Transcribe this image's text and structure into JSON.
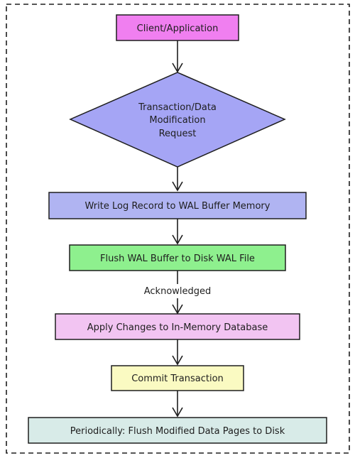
{
  "flowchart": {
    "nodes": [
      {
        "id": "client",
        "label": "Client/Application",
        "shape": "rect",
        "fill": "#f07ff0"
      },
      {
        "id": "request",
        "label_lines": [
          "Transaction/Data",
          "Modification",
          "Request"
        ],
        "shape": "diamond",
        "fill": "#a5a5f5"
      },
      {
        "id": "write_log",
        "label": "Write Log Record to WAL Buffer Memory",
        "shape": "rect",
        "fill": "#b0b4f2"
      },
      {
        "id": "flush_wal",
        "label": "Flush WAL Buffer to Disk WAL File",
        "shape": "rect",
        "fill": "#8ef08e"
      },
      {
        "id": "apply",
        "label": "Apply Changes to In-Memory Database",
        "shape": "rect",
        "fill": "#f2c4f2"
      },
      {
        "id": "commit",
        "label": "Commit Transaction",
        "shape": "rect",
        "fill": "#fafac2"
      },
      {
        "id": "periodic",
        "label": "Periodically: Flush Modified Data Pages to Disk",
        "shape": "rect",
        "fill": "#d8ebe8"
      }
    ],
    "edges": [
      {
        "from": "client",
        "to": "request",
        "label": ""
      },
      {
        "from": "request",
        "to": "write_log",
        "label": ""
      },
      {
        "from": "write_log",
        "to": "flush_wal",
        "label": ""
      },
      {
        "from": "flush_wal",
        "to": "apply",
        "label": "Acknowledged"
      },
      {
        "from": "apply",
        "to": "commit",
        "label": ""
      },
      {
        "from": "commit",
        "to": "periodic",
        "label": ""
      }
    ],
    "stroke_color": "#1e1e1e"
  }
}
